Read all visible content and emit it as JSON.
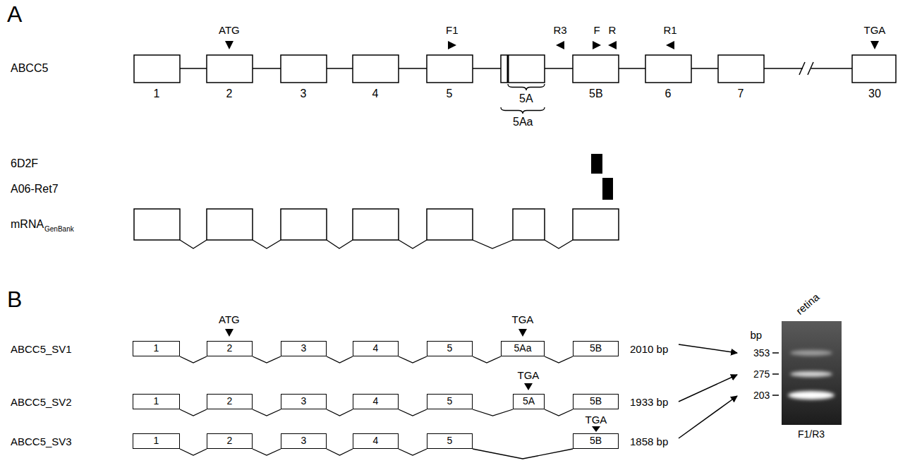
{
  "diagram": {
    "nodes": [
      {
        "text": [
          "1"
        ]
      },
      {
        "text": [
          "2"
        ]
      },
      {
        "text": [
          "3"
        ]
      },
      {
        "text": [
          "4"
        ]
      },
      {
        "text": [
          "5"
        ]
      },
      {
        "text": [
          "5Aa"
        ]
      },
      {
        "text": [
          "5B"
        ]
      },
      {
        "text": [
          "1"
        ]
      },
      {
        "text": [
          "2"
        ]
      },
      {
        "text": [
          "3"
        ]
      },
      {
        "text": [
          "4"
        ]
      },
      {
        "text": [
          "5"
        ]
      },
      {
        "text": [
          "5A"
        ]
      },
      {
        "text": [
          "5B"
        ]
      },
      {
        "text": [
          "1"
        ]
      },
      {
        "text": [
          "2"
        ]
      },
      {
        "text": [
          "3"
        ]
      },
      {
        "text": [
          "4"
        ]
      },
      {
        "text": [
          "5"
        ]
      },
      {
        "text": [
          "5B"
        ]
      }
    ],
    "edges": [
      {
        "from": 0,
        "to": 1,
        "arrow": "none"
      },
      {
        "from": 1,
        "to": 2,
        "arrow": "none"
      },
      {
        "from": 2,
        "to": 3,
        "arrow": "none"
      },
      {
        "from": 3,
        "to": 4,
        "arrow": "none"
      },
      {
        "from": 4,
        "to": 5,
        "arrow": "none"
      },
      {
        "from": 5,
        "to": 6,
        "arrow": "none"
      },
      {
        "from": 7,
        "to": 8,
        "arrow": "none"
      },
      {
        "from": 8,
        "to": 9,
        "arrow": "none"
      },
      {
        "from": 9,
        "to": 10,
        "arrow": "none"
      },
      {
        "from": 10,
        "to": 11,
        "arrow": "none"
      },
      {
        "from": 11,
        "to": 12,
        "arrow": "none"
      },
      {
        "from": 12,
        "to": 13,
        "arrow": "none"
      },
      {
        "from": 14,
        "to": 15,
        "arrow": "none"
      },
      {
        "from": 15,
        "to": 16,
        "arrow": "none"
      },
      {
        "from": 16,
        "to": 17,
        "arrow": "none"
      },
      {
        "from": 17,
        "to": 18,
        "arrow": "none"
      },
      {
        "from": 18,
        "to": 19,
        "arrow": "none"
      }
    ],
    "labels": [
      "A",
      "ATG",
      "F1",
      "R3",
      "F",
      "R",
      "R1",
      "TGA",
      "ABCC5",
      "1",
      "2",
      "3",
      "4",
      "5",
      "5A",
      "5B",
      "6",
      "7",
      "30",
      "5Aa",
      "6D2F",
      "A06-Ret7",
      "mRNA",
      "GenBank",
      "B",
      "ATG",
      "TGA",
      "ABCC5_SV1",
      "2010 bp",
      "retina",
      "bp",
      "353",
      "275",
      "203",
      "TGA",
      "ABCC5_SV2",
      "1933 bp",
      "TGA",
      "ABCC5_SV3",
      "1858 bp",
      "F1/R3"
    ]
  }
}
